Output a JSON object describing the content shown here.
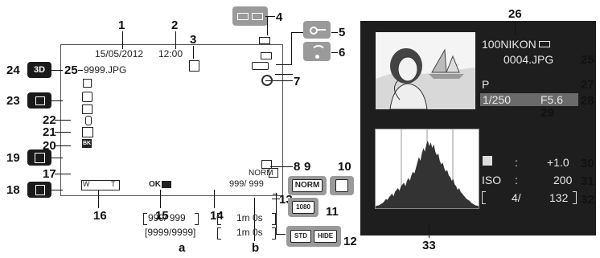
{
  "callouts": {
    "n1": "1",
    "n2": "2",
    "n3": "3",
    "n4": "4",
    "n5": "5",
    "n6": "6",
    "n7": "7",
    "n8": "8",
    "n9": "9",
    "n10": "10",
    "n11": "11",
    "n12": "12",
    "n13": "13",
    "n14": "14",
    "n15": "15",
    "n16": "16",
    "n17": "17",
    "n18": "18",
    "n19": "19",
    "n20": "20",
    "n21": "21",
    "n22": "22",
    "n23": "23",
    "n24": "24",
    "n25": "25",
    "n26": "26",
    "n27": "27",
    "n28": "28",
    "n29": "29",
    "n30": "30",
    "n31": "31",
    "n32": "32",
    "n33": "33",
    "a": "a",
    "b": "b"
  },
  "left_screen": {
    "date": "15/05/2012",
    "time": "12:00",
    "filename": "9999.JPG",
    "image_mode": "NORM",
    "image_count": "999/ 999",
    "ok_label": "OK",
    "bk_label": "BK",
    "w_label": "W",
    "t_label": "T"
  },
  "side_badges": {
    "three_d": "3D"
  },
  "icon_11_label": "1080",
  "icon_12_labels": [
    "STD",
    "HIDE"
  ],
  "variants": {
    "a_line1": "999/ 999",
    "a_line2": "[9999/9999]",
    "b_line1": "1m 0s",
    "b_line2": "1m 0s"
  },
  "right_screen": {
    "folder": "100NIKON",
    "filename": "0004.JPG",
    "mode": "P",
    "shutter": "1/250",
    "aperture": "F5.6",
    "exposure_label": ":",
    "exposure": "+1.0",
    "iso_label": "ISO",
    "iso_sep": ":",
    "iso": "200",
    "frame_current": "4/",
    "frame_total": "132"
  },
  "histogram": [
    2,
    3,
    3,
    4,
    5,
    6,
    8,
    10,
    9,
    12,
    14,
    16,
    13,
    18,
    20,
    22,
    19,
    24,
    26,
    28,
    24,
    30,
    33,
    30,
    36,
    40,
    38,
    44,
    50,
    56,
    52,
    60,
    66,
    62,
    70,
    74,
    68,
    72,
    66,
    70,
    62,
    58,
    60,
    52,
    48,
    50,
    44,
    40,
    42,
    36,
    34,
    30,
    32,
    26,
    24,
    20,
    22,
    18,
    16,
    14,
    12,
    10,
    9,
    8,
    6,
    5,
    4,
    3,
    3,
    2
  ]
}
